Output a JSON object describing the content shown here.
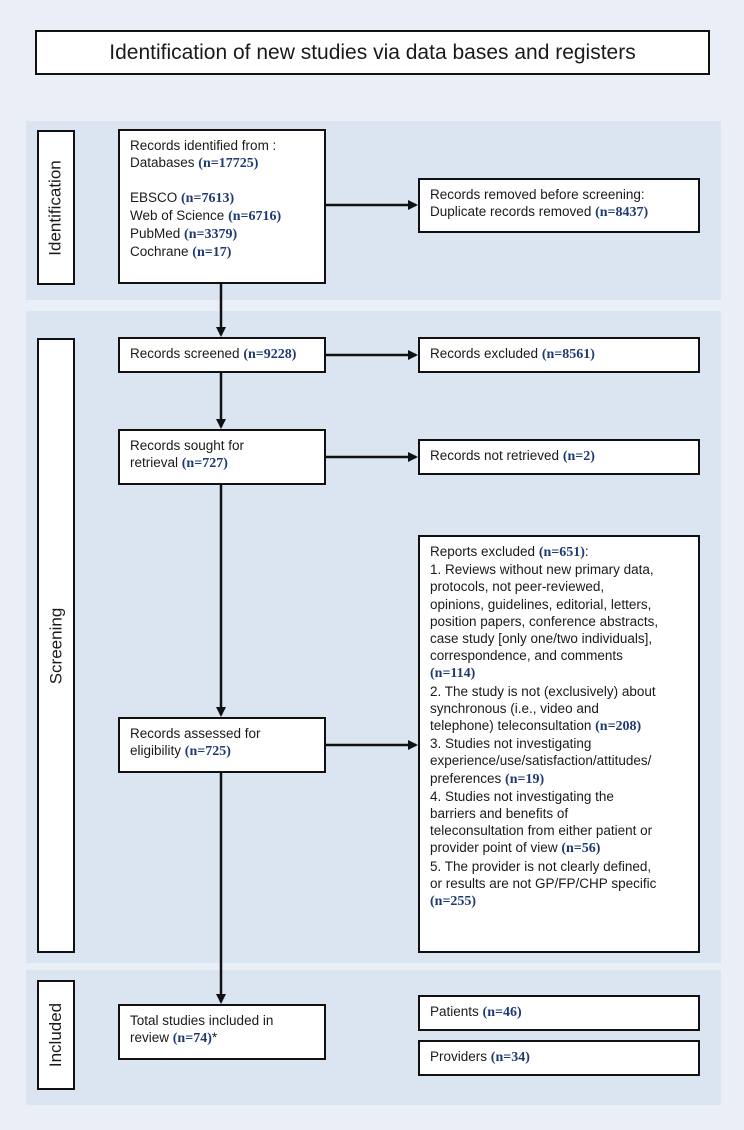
{
  "title": "Identification of new studies via data bases and registers",
  "stages": {
    "identification": "Identification",
    "screening": "Screening",
    "included": "Included"
  },
  "boxes": {
    "records_identified": {
      "lines": [
        {
          "t": "Records identified from :",
          "n": ""
        },
        {
          "t": "Databases ",
          "n": "(n=17725)"
        },
        {
          "t": "",
          "n": ""
        },
        {
          "t": "EBSCO ",
          "n": "(n=7613)"
        },
        {
          "t": "Web of Science ",
          "n": "(n=6716)"
        },
        {
          "t": "PubMed ",
          "n": "(n=3379)"
        },
        {
          "t": "Cochrane ",
          "n": "(n=17)"
        }
      ]
    },
    "records_removed": {
      "lines": [
        {
          "t": "Records removed before screening:",
          "n": ""
        },
        {
          "t": " Duplicate records removed ",
          "n": "(n=8437)"
        }
      ]
    },
    "records_screened": {
      "lines": [
        {
          "t": "Records screened ",
          "n": "(n=9228)"
        }
      ]
    },
    "records_excluded": {
      "lines": [
        {
          "t": "Records excluded ",
          "n": "(n=8561)"
        }
      ]
    },
    "records_sought": {
      "lines": [
        {
          "t": "Records sought for",
          "n": ""
        },
        {
          "t": "retrieval ",
          "n": "(n=727)"
        }
      ]
    },
    "records_not_retrieved": {
      "lines": [
        {
          "t": "Records not retrieved ",
          "n": "(n=2)"
        }
      ]
    },
    "records_assessed": {
      "lines": [
        {
          "t": "Records assessed for",
          "n": ""
        },
        {
          "t": "eligibility ",
          "n": "(n=725)"
        }
      ]
    },
    "reports_excluded": {
      "lines": [
        {
          "t": "Reports excluded ",
          "n": "(n=651)",
          "s": ":"
        },
        {
          "t": "1. Reviews without new primary data,",
          "n": ""
        },
        {
          "t": "protocols, not peer-reviewed,",
          "n": ""
        },
        {
          "t": "opinions, guidelines, editorial, letters,",
          "n": ""
        },
        {
          "t": "position papers, conference abstracts,",
          "n": ""
        },
        {
          "t": "case study [only one/two individuals],",
          "n": ""
        },
        {
          "t": "correspondence, and comments",
          "n": ""
        },
        {
          "t": "",
          "n": "(n=114)"
        },
        {
          "t": "2. The study is not (exclusively) about",
          "n": ""
        },
        {
          "t": "synchronous (i.e., video and",
          "n": ""
        },
        {
          "t": "telephone) teleconsultation  ",
          "n": "(n=208)"
        },
        {
          "t": "3. Studies not investigating",
          "n": ""
        },
        {
          "t": "experience/use/satisfaction/attitudes/",
          "n": ""
        },
        {
          "t": "preferences ",
          "n": "(n=19)"
        },
        {
          "t": "4. Studies not investigating the",
          "n": ""
        },
        {
          "t": "barriers and benefits of",
          "n": ""
        },
        {
          "t": "teleconsultation from either patient or",
          "n": ""
        },
        {
          "t": "provider point of view ",
          "n": "(n=56)"
        },
        {
          "t": "5. The provider is not clearly defined,",
          "n": ""
        },
        {
          "t": "or results are not GP/FP/CHP specific",
          "n": ""
        },
        {
          "t": "",
          "n": "(n=255)"
        }
      ]
    },
    "total_included": {
      "lines": [
        {
          "t": "Total studies included in",
          "n": ""
        },
        {
          "t": "review ",
          "n": "(n=74)",
          "s": "*"
        }
      ]
    },
    "patients": {
      "lines": [
        {
          "t": "Patients ",
          "n": "(n=46)"
        }
      ]
    },
    "providers": {
      "lines": [
        {
          "t": "Providers ",
          "n": "(n=34)"
        }
      ]
    }
  },
  "colors": {
    "band": "#dbe5f2",
    "background": "#e9eef7",
    "count_text": "#1f3a73",
    "border": "#111111"
  }
}
